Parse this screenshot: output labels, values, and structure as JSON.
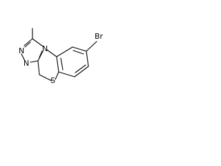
{
  "structure": {
    "atoms": [
      {
        "id": "br",
        "label": "Br"
      },
      {
        "id": "n1",
        "label": "N"
      },
      {
        "id": "n2",
        "label": "N"
      },
      {
        "id": "n3",
        "label": "N"
      },
      {
        "id": "s1",
        "label": "S"
      }
    ]
  }
}
